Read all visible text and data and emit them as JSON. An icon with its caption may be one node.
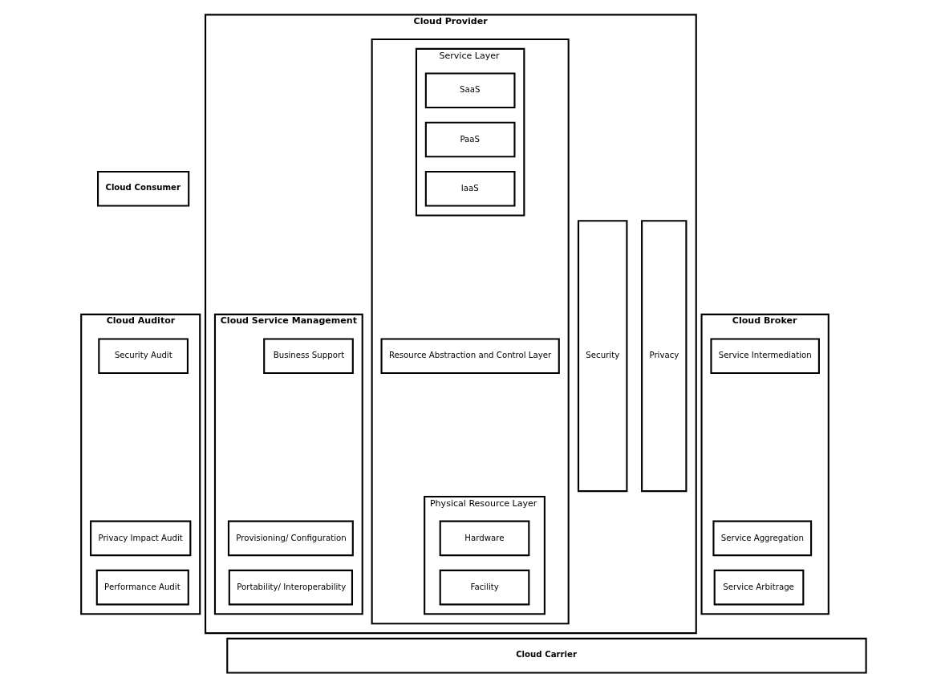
{
  "diagram": {
    "nodes": [
      {
        "text": [
          "Cloud Consumer"
        ]
      },
      {
        "text": [
          "Cloud Auditor"
        ]
      },
      {
        "text": [
          "Security Audit"
        ],
        "in": 1
      },
      {
        "text": [
          "Privacy Impact Audit"
        ],
        "in": 1
      },
      {
        "text": [
          "Performance Audit"
        ],
        "in": 1
      },
      {
        "text": [
          "Cloud Provider"
        ]
      },
      {
        "text": [],
        "shape": "box",
        "in": 5
      },
      {
        "text": [
          "Service Layer"
        ],
        "in": 6
      },
      {
        "text": [
          "SaaS"
        ],
        "in": 7
      },
      {
        "text": [
          "PaaS"
        ],
        "in": 7
      },
      {
        "text": [
          "IaaS"
        ],
        "in": 7
      },
      {
        "text": [
          "Resource Abstraction and Control Layer"
        ],
        "in": 6
      },
      {
        "text": [
          "Physical Resource Layer"
        ],
        "in": 6
      },
      {
        "text": [
          "Hardware"
        ],
        "in": 12
      },
      {
        "text": [
          "Facility"
        ],
        "in": 12
      },
      {
        "text": [
          "Cloud Service Management"
        ],
        "in": 5
      },
      {
        "text": [
          "Business Support"
        ],
        "in": 15
      },
      {
        "text": [
          "Provisioning/ Configuration"
        ],
        "in": 15
      },
      {
        "text": [
          "Portability/ Interoperability"
        ],
        "in": 15
      },
      {
        "text": [
          "Security"
        ],
        "in": 5
      },
      {
        "text": [
          "Privacy"
        ],
        "in": 5
      },
      {
        "text": [
          "Cloud Broker"
        ]
      },
      {
        "text": [
          "Service Intermediation"
        ],
        "in": 21
      },
      {
        "text": [
          "Service Aggregation"
        ],
        "in": 21
      },
      {
        "text": [
          "Service Arbitrage"
        ],
        "in": 21
      },
      {
        "text": [
          "Cloud Carrier"
        ]
      }
    ],
    "edges": []
  }
}
